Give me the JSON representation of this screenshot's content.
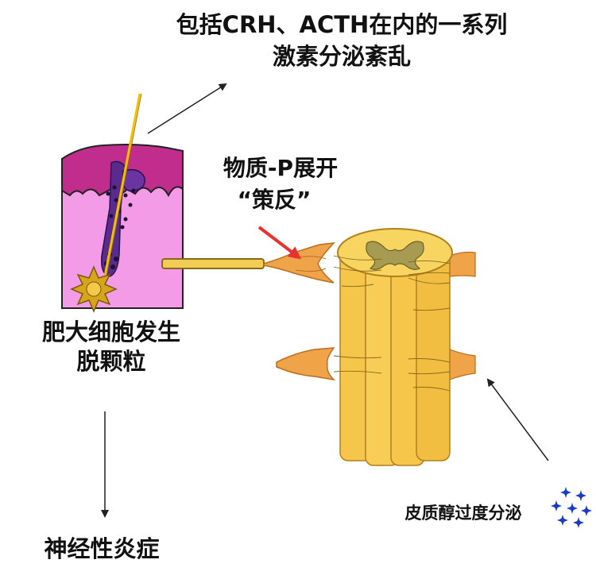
{
  "labels": {
    "hormone_line1": "包括CRH、ACTH在内的一系列",
    "hormone_line2": "激素分泌紊乱",
    "substance_p_line1": "物质-P展开",
    "substance_p_line2": "“策反”",
    "mast_cell_line1": "肥大细胞发生",
    "mast_cell_line2": "脱颗粒",
    "neuro_inflammation": "神经性炎症",
    "cortisol": "皮质醇过度分泌"
  },
  "colors": {
    "epidermis": "#c02d8c",
    "dermis": "#f49be8",
    "follicle": "#5a2a8f",
    "hair": "#f2c100",
    "nerve": "#f0a44a",
    "spinal_cord": "#f6c64a",
    "spinal_cord_dark": "#d7a32e",
    "gray_matter": "#a79a52",
    "red_arrow": "#e83232",
    "cortisol_star": "#1a3cc4",
    "mast_cell": "#d7a51b"
  },
  "icons": [
    "arrow-icon",
    "star-cluster-icon",
    "mast-cell-icon"
  ]
}
